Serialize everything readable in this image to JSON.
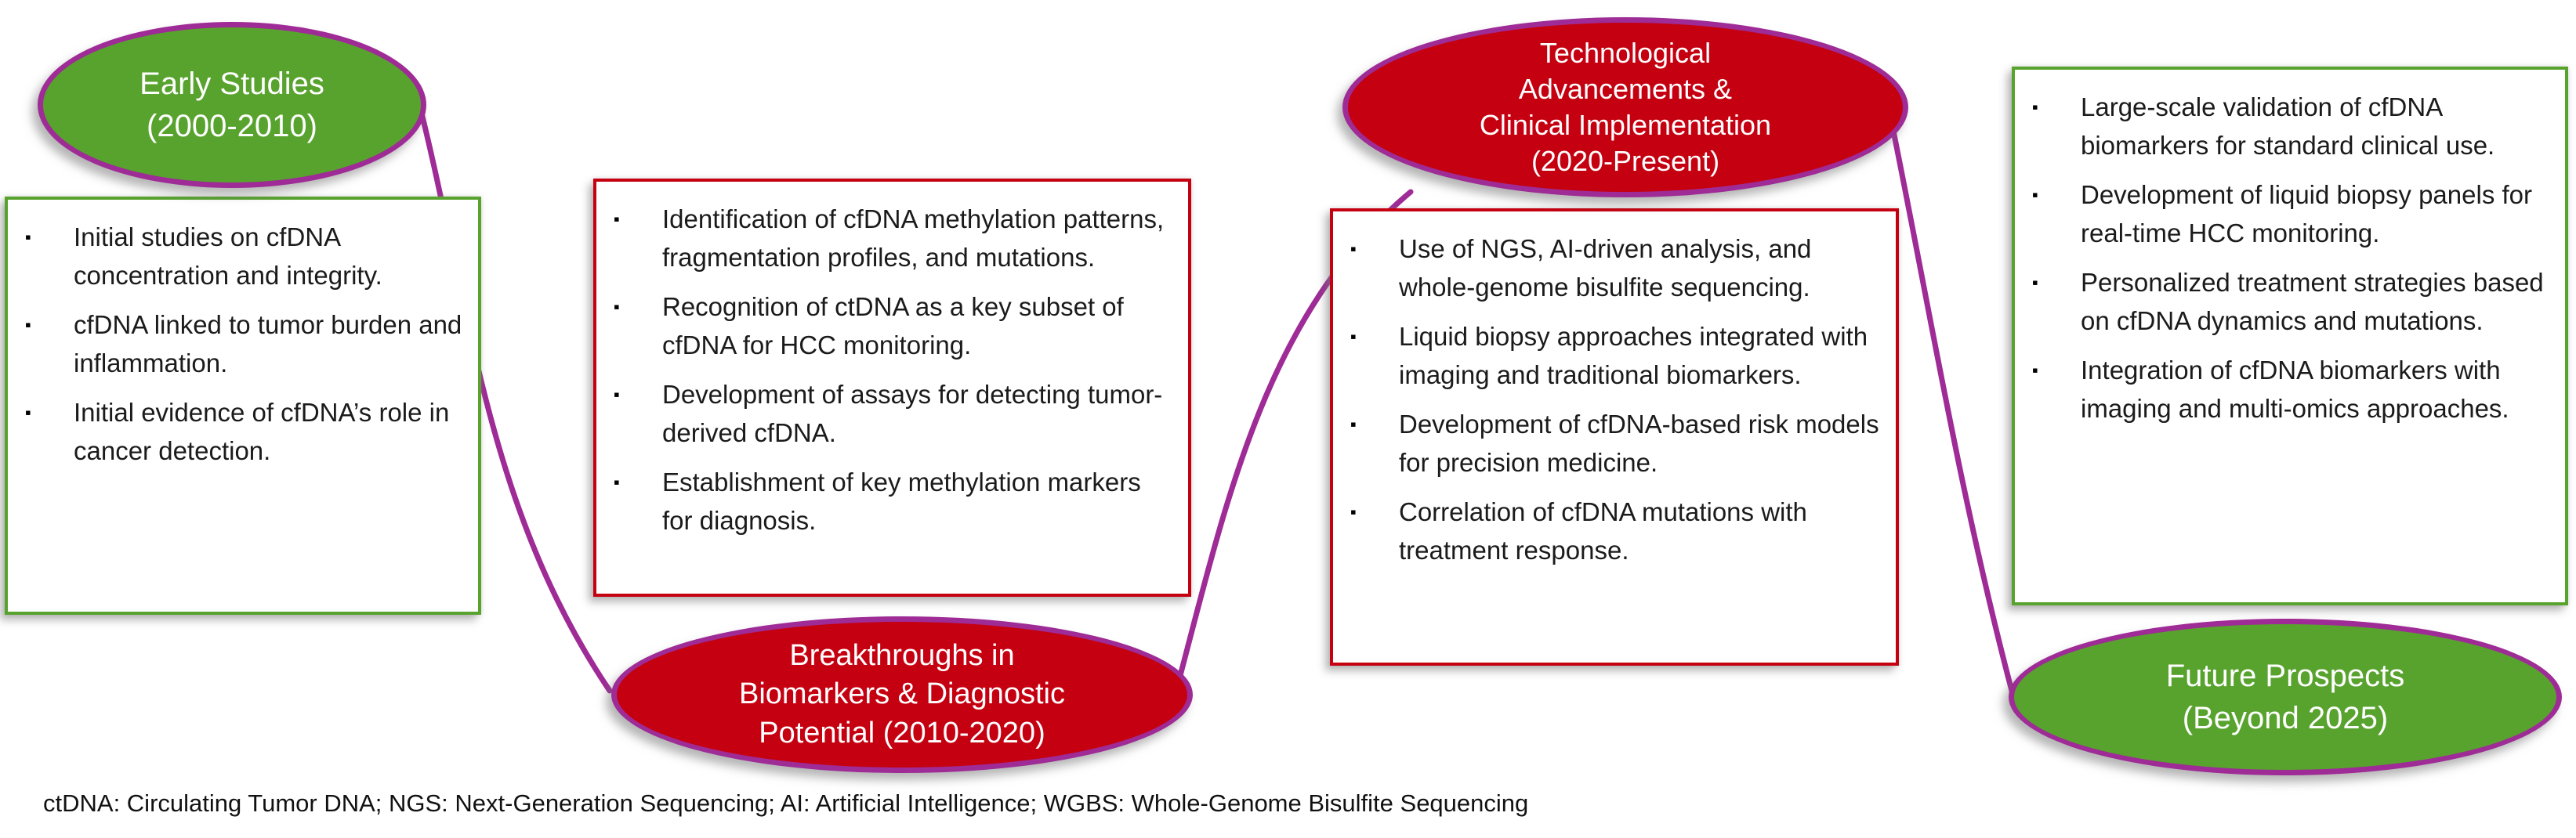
{
  "stages": [
    {
      "name": "early-studies",
      "bubble_lines": [
        "Early Studies",
        "(2000-2010)"
      ],
      "bubble_color": "#58A32E",
      "box_border_color": "#58A32E",
      "bullets": [
        "Initial studies on cfDNA concentration and integrity.",
        "cfDNA linked to tumor burden and inflammation.",
        "Initial evidence of cfDNA’s role in cancer detection."
      ]
    },
    {
      "name": "breakthroughs-biomarkers",
      "bubble_lines": [
        "Breakthroughs in",
        "Biomarkers & Diagnostic",
        "Potential  (2010-2020)"
      ],
      "bubble_color": "#C50010",
      "box_border_color": "#C50010",
      "bullets": [
        "Identification of cfDNA methylation patterns, fragmentation profiles, and mutations.",
        "Recognition of ctDNA as a key subset of cfDNA for HCC monitoring.",
        "Development of assays for detecting tumor-derived cfDNA.",
        "Establishment of key methylation markers for diagnosis."
      ]
    },
    {
      "name": "technological-advancements",
      "bubble_lines": [
        "Technological",
        "Advancements &",
        "Clinical Implementation",
        "(2020-Present)"
      ],
      "bubble_color": "#C50010",
      "box_border_color": "#C50010",
      "bullets": [
        "Use of NGS, AI-driven analysis, and whole-genome bisulfite sequencing.",
        "Liquid biopsy approaches integrated with imaging and traditional biomarkers.",
        "Development of cfDNA-based risk models for precision medicine.",
        "Correlation of cfDNA mutations with treatment response."
      ]
    },
    {
      "name": "future-prospects",
      "bubble_lines": [
        "Future Prospects",
        "(Beyond 2025)"
      ],
      "bubble_color": "#58A32E",
      "box_border_color": "#58A32E",
      "bullets": [
        "Large-scale validation of cfDNA biomarkers for standard clinical use.",
        "Development of liquid biopsy panels for real-time HCC monitoring.",
        "Personalized treatment strategies based on cfDNA dynamics and mutations.",
        "Integration of cfDNA biomarkers with imaging and multi-omics approaches."
      ]
    }
  ],
  "bullet_icon": "▪",
  "footer": "ctDNA: Circulating Tumor DNA; NGS:  Next-Generation Sequencing; AI: Artificial Intelligence; WGBS: Whole-Genome Bisulfite Sequencing",
  "colors": {
    "green": "#58A32E",
    "red": "#C50010",
    "purple": "#9E2B96",
    "text": "#1B1B1B",
    "background": "#FFFFFF"
  }
}
